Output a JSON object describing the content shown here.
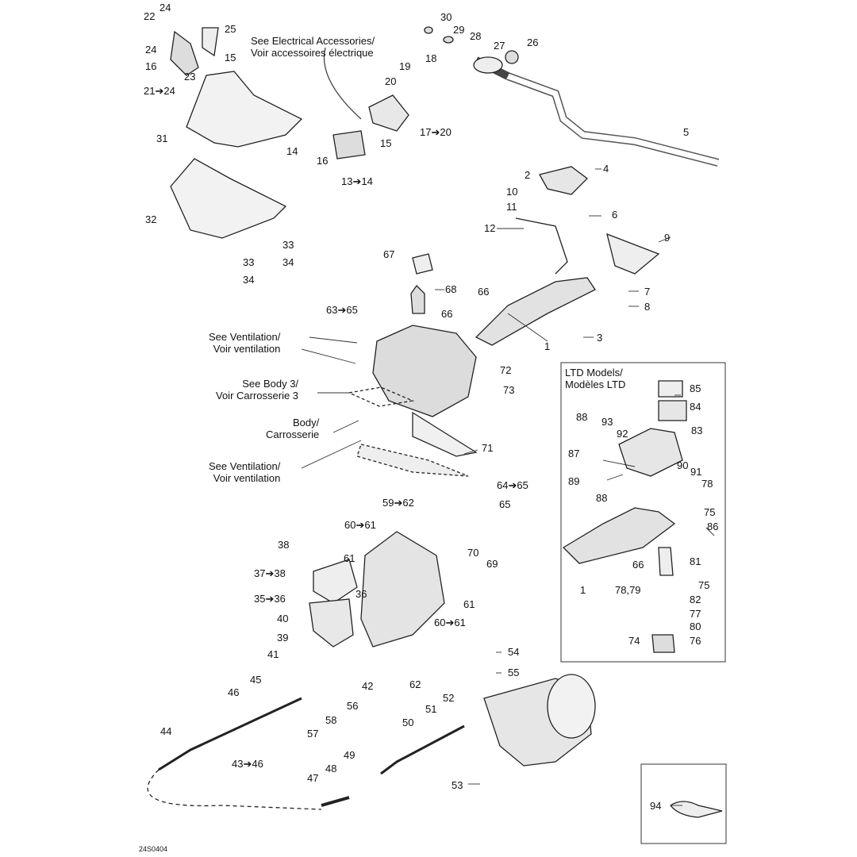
{
  "diagram_code": "24S0404",
  "notes": {
    "electrical": "See Electrical Accessories/\nVoir accessoires électrique",
    "ventilation_top": "See Ventilation/\nVoir ventilation",
    "body3": "See Body 3/\nVoir Carrosserie 3",
    "body": "Body/\nCarrosserie",
    "ventilation_bottom": "See Ventilation/\nVoir ventilation"
  },
  "ltd_box": {
    "title": "LTD Models/\nModèles LTD"
  },
  "labels": [
    "24",
    "22",
    "25",
    "24",
    "15",
    "16",
    "23",
    "21➔24",
    "31",
    "See",
    "20",
    "19",
    "18",
    "17➔20",
    "14",
    "15",
    "16",
    "13➔14",
    "30",
    "29",
    "28",
    "27",
    "26",
    "5",
    "2",
    "4",
    "10",
    "11",
    "6",
    "12",
    "9",
    "32",
    "33",
    "33",
    "34",
    "34",
    "67",
    "68",
    "66",
    "66",
    "7",
    "8",
    "3",
    "1",
    "63➔65",
    "72",
    "73",
    "71",
    "64➔65",
    "65",
    "59➔62",
    "60➔61",
    "61",
    "38",
    "37➔38",
    "35➔36",
    "36",
    "40",
    "39",
    "41",
    "42",
    "45",
    "46",
    "56",
    "58",
    "57",
    "44",
    "43➔46",
    "47",
    "48",
    "49",
    "50",
    "51",
    "52",
    "53",
    "54",
    "55",
    "62",
    "60➔61",
    "61",
    "70",
    "69",
    "85",
    "84",
    "88",
    "93",
    "92",
    "83",
    "87",
    "90",
    "91",
    "78",
    "89",
    "88",
    "75",
    "86",
    "81",
    "66",
    "75",
    "1",
    "78,79",
    "82",
    "77",
    "80",
    "76",
    "74",
    "94"
  ]
}
